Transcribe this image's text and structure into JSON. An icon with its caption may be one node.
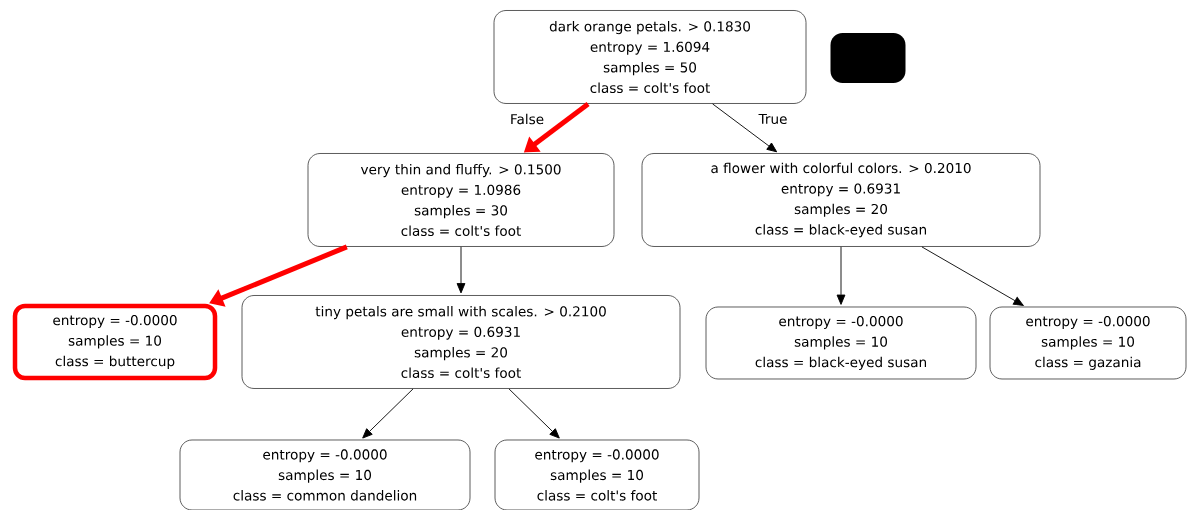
{
  "diagram": {
    "nodes": [
      {
        "text": [
          "dark orange petals. > 0.1830",
          "entropy = 1.6094",
          "samples = 50",
          "class = colt's foot"
        ]
      },
      {
        "text": [],
        "shape": "box"
      },
      {
        "text": [
          "very thin and fluffy. > 0.1500",
          "entropy = 1.0986",
          "samples = 30",
          "class = colt's foot"
        ]
      },
      {
        "text": [
          "a flower with colorful colors. > 0.2010",
          "entropy = 0.6931",
          "samples = 20",
          "class = black-eyed susan"
        ]
      },
      {
        "text": [
          "entropy = -0.0000",
          "samples = 10",
          "class = buttercup"
        ]
      },
      {
        "text": [
          "tiny petals are small with scales. > 0.2100",
          "entropy = 0.6931",
          "samples = 20",
          "class = colt's foot"
        ]
      },
      {
        "text": [
          "entropy = -0.0000",
          "samples = 10",
          "class = black-eyed susan"
        ]
      },
      {
        "text": [
          "entropy = -0.0000",
          "samples = 10",
          "class = gazania"
        ]
      },
      {
        "text": [
          "entropy = -0.0000",
          "samples = 10",
          "class = common dandelion"
        ]
      },
      {
        "text": [
          "entropy = -0.0000",
          "samples = 10",
          "class = colt's foot"
        ]
      }
    ],
    "edges": [
      {
        "from": 0,
        "to": 2,
        "arrow": "to",
        "label": "False",
        "style": "thick",
        "color": "#ff0000"
      },
      {
        "from": 0,
        "to": 3,
        "arrow": "to",
        "label": "True"
      },
      {
        "from": 2,
        "to": 4,
        "arrow": "to",
        "style": "thick",
        "color": "#ff0000"
      },
      {
        "from": 2,
        "to": 5,
        "arrow": "to"
      },
      {
        "from": 3,
        "to": 6,
        "arrow": "to"
      },
      {
        "from": 3,
        "to": 7,
        "arrow": "to"
      },
      {
        "from": 5,
        "to": 8,
        "arrow": "to"
      },
      {
        "from": 5,
        "to": 9,
        "arrow": "to"
      }
    ]
  }
}
